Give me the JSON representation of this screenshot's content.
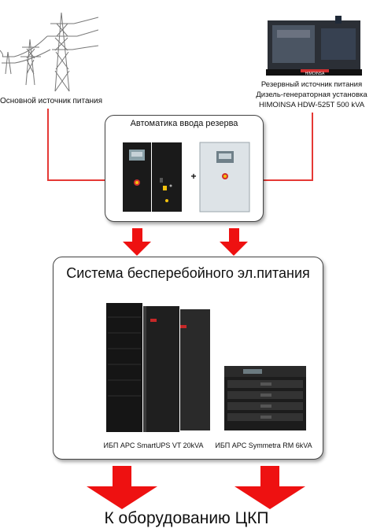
{
  "main_source": {
    "label": "Основной источник питания"
  },
  "reserve_source": {
    "line1": "Резервный источник питания",
    "line2": "Дизель-генераторная установка",
    "line3": "HIMOINSA HDW-525T 500 kVA",
    "brand": "HIMOINSA"
  },
  "ats": {
    "title": "Автоматика ввода резерва",
    "plus": "+"
  },
  "ups_system": {
    "title": "Система бесперебойного эл.питания",
    "ups1_caption": "ИБП APC SmartUPS VT 20kVA",
    "ups2_caption": "ИБП APC Symmetra RM 6kVA"
  },
  "destination": {
    "label": "К оборудованию ЦКП"
  },
  "colors": {
    "line": "#e53935",
    "arrow": "#ee1111",
    "cabinet": "#1a1a1a",
    "panel": "#dde3e7"
  }
}
